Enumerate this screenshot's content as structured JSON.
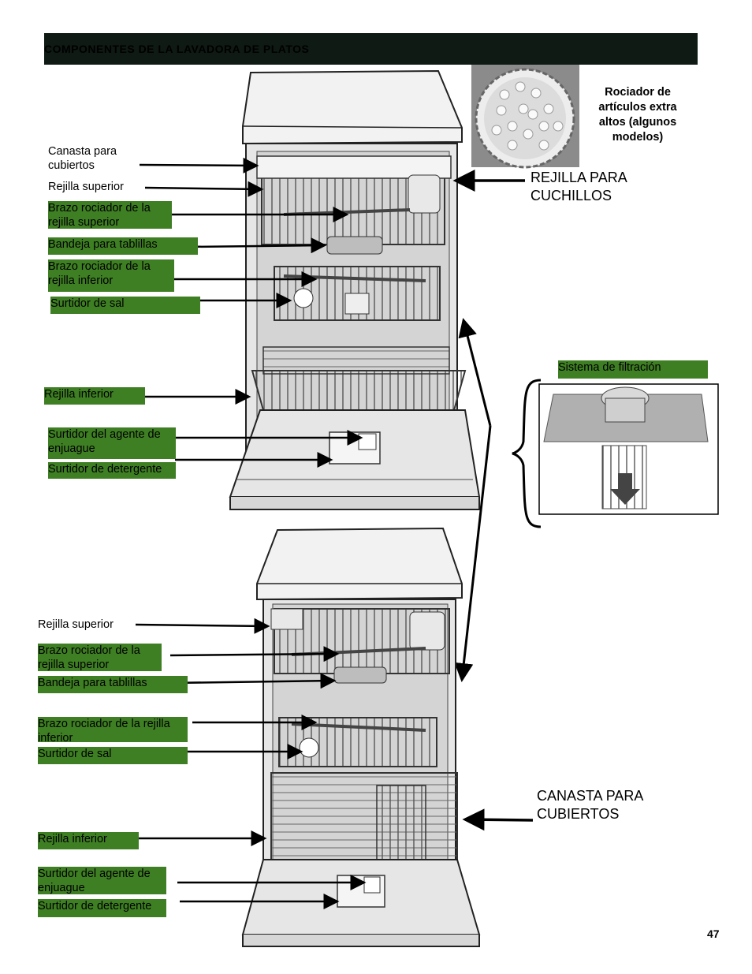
{
  "header": {
    "title": "COMPONENTES DE LA LAVADORA DE PLATOS"
  },
  "spray": {
    "label": "Rociador de artículos extra altos (algunos modelos)"
  },
  "callouts": {
    "knife_rack": "REJILLA PARA CUCHILLOS",
    "filter": "Sistema de filtración",
    "cutlery_basket": "CANASTA PARA CUBIERTOS"
  },
  "top_labels": [
    "Canasta para cubiertos",
    "Rejilla superior",
    "Brazo rociador de la rejilla superior",
    "Bandeja para tablillas",
    "Brazo rociador de la rejilla inferior",
    "Surtidor de sal",
    "Rejilla inferior",
    "Surtidor del agente de enjuague",
    "Surtidor de detergente"
  ],
  "bottom_labels": [
    "Rejilla superior",
    "Brazo rociador de la rejilla superior",
    "Bandeja para tablillas",
    "Brazo rociador de la rejilla inferior",
    "Surtidor de sal",
    "Rejilla inferior",
    "Surtidor del agente de enjuague",
    "Surtidor de detergente"
  ],
  "page_number": "47"
}
